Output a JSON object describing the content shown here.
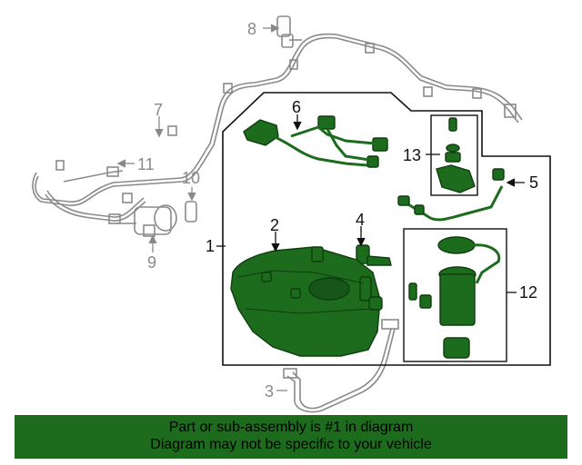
{
  "colors": {
    "part": "#1d6b1d",
    "part_dark": "#0e3d0e",
    "line": "#111111",
    "ghost": "#8a8a8a",
    "banner_bg": "#1d6b1d"
  },
  "callouts": {
    "c1": "1",
    "c2": "2",
    "c3": "3",
    "c4": "4",
    "c5": "5",
    "c6": "6",
    "c7": "7",
    "c8": "8",
    "c9": "9",
    "c10": "10",
    "c11": "11",
    "c12": "12",
    "c13": "13"
  },
  "banner": {
    "line1": "Part or sub-assembly is #1 in diagram",
    "line2": "Diagram may not be specific to your vehicle"
  }
}
